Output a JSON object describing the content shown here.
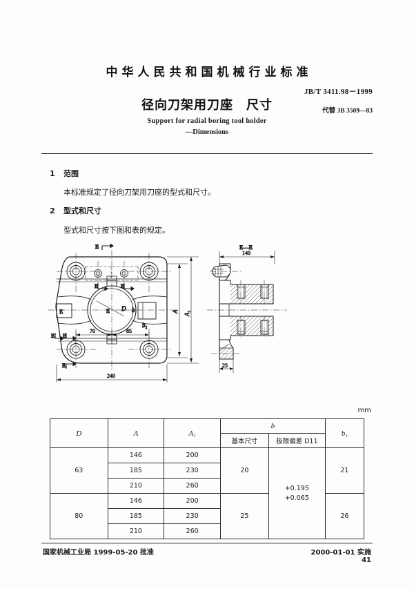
{
  "header": {
    "org_line": "中华人民共和国机械行业标准",
    "title_cn": "径向刀架用刀座　尺寸",
    "title_en_line1": "Support for radial boring tool holder",
    "title_en_line2": "—Dimensions",
    "standard_no": "JB/T  3411.98－1999",
    "replaces": "代替 JB 3509—83"
  },
  "sections": [
    {
      "number": "1",
      "heading": "范围",
      "body": "本标准规定了径向刀架用刀座的型式和尺寸。"
    },
    {
      "number": "2",
      "heading": "型式和尺寸",
      "body": "型式和尺寸按下图和表的规定。"
    }
  ],
  "drawing": {
    "section_view_title": "E—E",
    "cut_marks": [
      "E",
      "E",
      "E",
      "E",
      "E",
      "E",
      "E"
    ],
    "front_view_dimensions": {
      "width_overall": "240",
      "hole_pitch_left": "70",
      "hole_pitch_right": "85",
      "height_A": "A",
      "height_A1": "A₁",
      "bore_diameter": "D",
      "slot_width": "b",
      "slot_width_1": "b₁",
      "center_label": "E"
    },
    "section_view_dimensions": {
      "width": "140",
      "foot_thickness": "25"
    }
  },
  "table": {
    "unit_label": "mm",
    "columns": {
      "D": "D",
      "A": "A",
      "A1": "A₁",
      "b_group": "b",
      "b_nominal": "基本尺寸",
      "b_tolerance": "极限偏差 D11",
      "b1": "b₁"
    },
    "groups": [
      {
        "D": "63",
        "b_nominal": "20",
        "b1": "21",
        "rows": [
          {
            "A": "146",
            "A1": "200"
          },
          {
            "A": "185",
            "A1": "230"
          },
          {
            "A": "210",
            "A1": "260"
          }
        ]
      },
      {
        "D": "80",
        "b_nominal": "25",
        "b1": "26",
        "rows": [
          {
            "A": "146",
            "A1": "200"
          },
          {
            "A": "185",
            "A1": "230"
          },
          {
            "A": "210",
            "A1": "260"
          }
        ]
      }
    ],
    "tolerance_upper": "+0.195",
    "tolerance_lower": "+0.065"
  },
  "footer": {
    "approval": "国家机械工业局  1999-05-20  批准",
    "effective": "2000-01-01  实施",
    "page_number": "41"
  }
}
